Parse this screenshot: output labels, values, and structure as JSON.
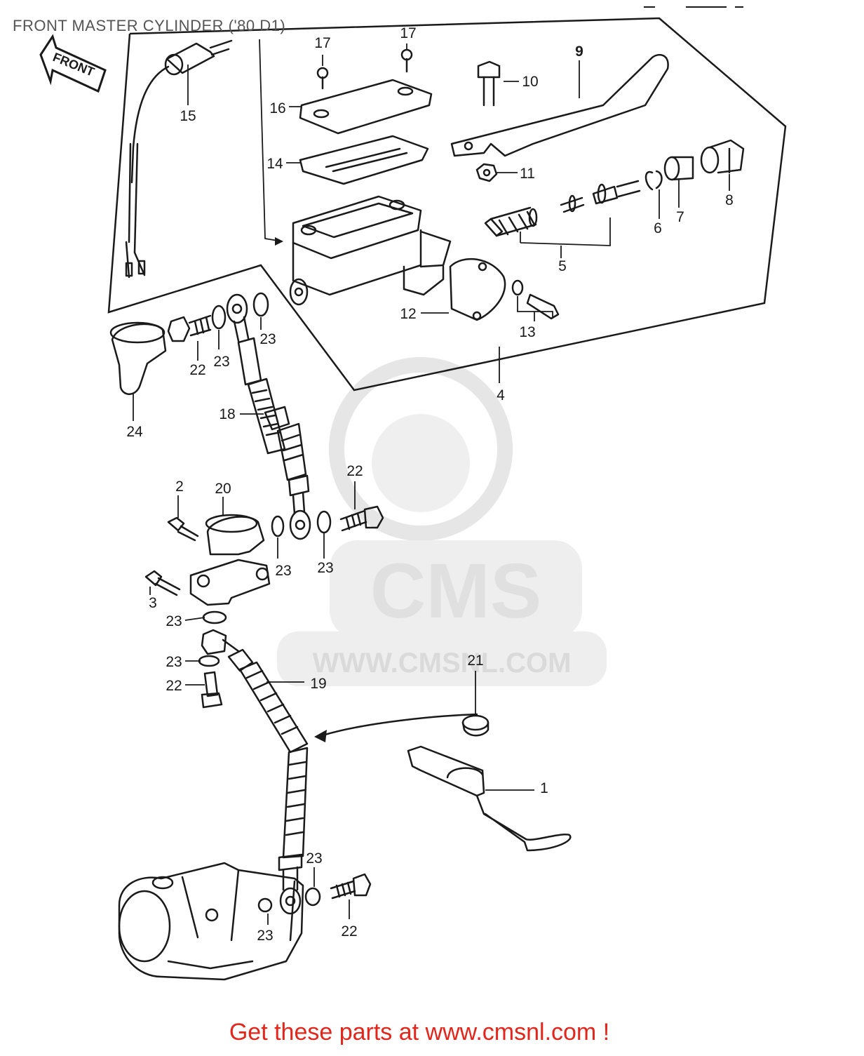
{
  "title": "FRONT MASTER CYLINDER ('80 D1)",
  "front_arrow_label": "FRONT",
  "watermark": {
    "brand": "CMS",
    "url": "WWW.CMSNL.COM"
  },
  "footer_text": "Get these parts at www.cmsnl.com !",
  "colors": {
    "line": "#1a1a1a",
    "footer": "#e2261c",
    "watermark": "#e6e6e6",
    "title": "#555555"
  },
  "callouts": [
    {
      "id": "c1",
      "label": "1"
    },
    {
      "id": "c2",
      "label": "2"
    },
    {
      "id": "c3",
      "label": "3"
    },
    {
      "id": "c4",
      "label": "4"
    },
    {
      "id": "c5",
      "label": "5"
    },
    {
      "id": "c6",
      "label": "6"
    },
    {
      "id": "c7",
      "label": "7"
    },
    {
      "id": "c8",
      "label": "8"
    },
    {
      "id": "c9",
      "label": "9"
    },
    {
      "id": "c10",
      "label": "10"
    },
    {
      "id": "c11",
      "label": "11"
    },
    {
      "id": "c12",
      "label": "12"
    },
    {
      "id": "c13",
      "label": "13"
    },
    {
      "id": "c14",
      "label": "14"
    },
    {
      "id": "c15",
      "label": "15"
    },
    {
      "id": "c16",
      "label": "16"
    },
    {
      "id": "c17a",
      "label": "17"
    },
    {
      "id": "c17b",
      "label": "17"
    },
    {
      "id": "c18",
      "label": "18"
    },
    {
      "id": "c19",
      "label": "19"
    },
    {
      "id": "c20",
      "label": "20"
    },
    {
      "id": "c21",
      "label": "21"
    },
    {
      "id": "c22a",
      "label": "22"
    },
    {
      "id": "c22b",
      "label": "22"
    },
    {
      "id": "c22c",
      "label": "22"
    },
    {
      "id": "c22d",
      "label": "22"
    },
    {
      "id": "c23a",
      "label": "23"
    },
    {
      "id": "c23b",
      "label": "23"
    },
    {
      "id": "c23c",
      "label": "23"
    },
    {
      "id": "c23d",
      "label": "23"
    },
    {
      "id": "c23e",
      "label": "23"
    },
    {
      "id": "c23f",
      "label": "23"
    },
    {
      "id": "c23g",
      "label": "23"
    },
    {
      "id": "c23h",
      "label": "23"
    },
    {
      "id": "c23i",
      "label": "23"
    },
    {
      "id": "c24",
      "label": "24"
    }
  ]
}
